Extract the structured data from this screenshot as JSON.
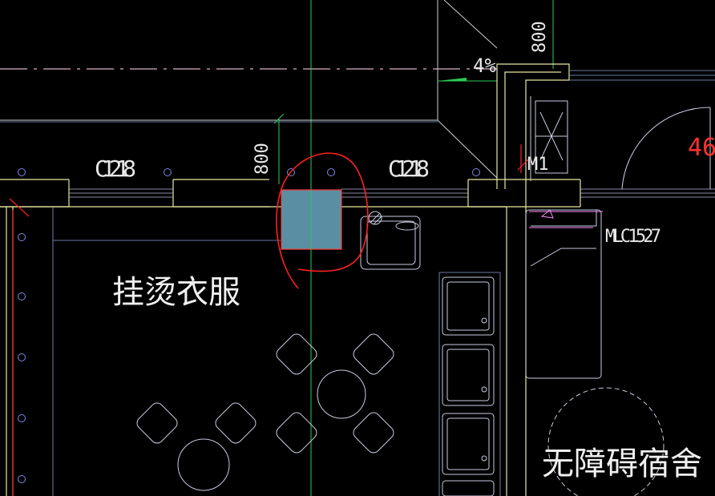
{
  "colors": {
    "background": "#000000",
    "wall": "#e8e8a0",
    "window": "#b8b8d8",
    "axis": "#8aa0d8",
    "green": "#22cc44",
    "red": "#ff2020",
    "pink": "#ff88ff",
    "column_fill": "#5a8fa3",
    "furniture": "#c8cce0"
  },
  "labels": {
    "window_c1218_left": "C1218",
    "window_c1218_right": "C1218",
    "dim_800_top": "800",
    "dim_800_mid": "800",
    "slope": "4%",
    "door_m1": "M1",
    "window_mlc1527": "MLC1527",
    "room_ironing": "挂烫衣服",
    "room_accessible": "无障碍宿舍",
    "edge_text": "46"
  }
}
